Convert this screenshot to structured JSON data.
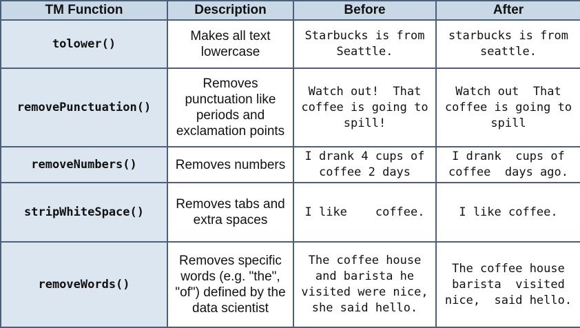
{
  "headers": [
    "TM Function",
    "Description",
    "Before",
    "After"
  ],
  "rows": [
    {
      "function": "tolower()",
      "description": "Makes all text lowercase",
      "before": "Starbucks is from Seattle.",
      "after": "starbucks is from seattle."
    },
    {
      "function": "removePunctuation()",
      "description": "Removes punctuation like periods and exclamation points",
      "before": "Watch out!  That coffee is going to spill!",
      "after": "Watch out  That coffee is going to spill"
    },
    {
      "function": "removeNumbers()",
      "description": "Removes numbers",
      "before": "I drank 4 cups of coffee 2 days",
      "after": "I drank  cups of coffee  days ago."
    },
    {
      "function": "stripWhiteSpace()",
      "description": "Removes tabs and extra spaces",
      "before": "I like    coffee.",
      "after": "I like coffee."
    },
    {
      "function": "removeWords()",
      "description": "Removes specific words (e.g. \"the\", \"of\") defined by the data scientist",
      "before": "The coffee house and barista he visited were nice, she said hello.",
      "after": "The coffee house barista  visited nice,  said hello."
    }
  ]
}
